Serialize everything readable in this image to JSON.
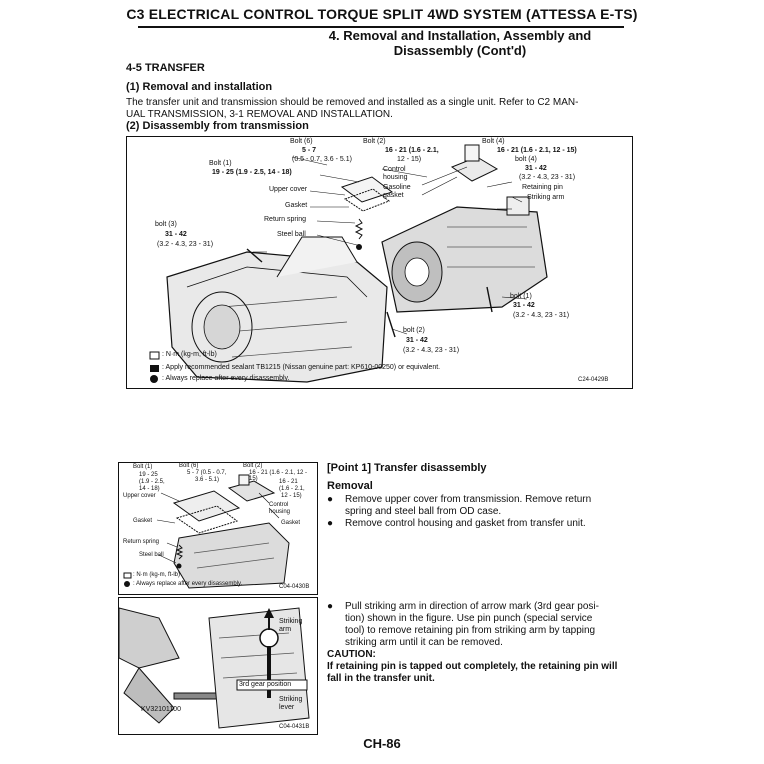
{
  "header": {
    "title": "C3 ELECTRICAL CONTROL TORQUE SPLIT 4WD SYSTEM (ATTESSA E-TS)",
    "subtitle_line1": "4. Removal and Installation, Assembly and",
    "subtitle_line2": "Disassembly (Cont'd)"
  },
  "section": {
    "heading": "4-5 TRANSFER",
    "sub1_heading": "(1) Removal and installation",
    "sub1_body_line1": "The transfer unit and transmission should be removed and installed as a single unit. Refer to C2 MAN-",
    "sub1_body_line2": "UAL TRANSMISSION, 3-1 REMOVAL AND INSTALLATION.",
    "sub2_heading": "(2) Disassembly from transmission"
  },
  "figure1": {
    "labels": {
      "bolt6": "Bolt (6)",
      "bolt6_torque": "5 - 7",
      "bolt6_torque2": "(0.5 - 0.7, 3.6 - 5.1)",
      "bolt2": "Bolt (2)",
      "bolt2_torque": "16 - 21 (1.6 - 2.1,",
      "bolt2_torque2": "12 - 15)",
      "bolt4": "Bolt (4)",
      "bolt4_torque": "16 - 21 (1.6 - 2.1, 12 - 15)",
      "bolt4_sub": "bolt (4)",
      "bolt4_sub_torque": "31 - 42",
      "bolt4_sub_torque2": "(3.2 - 4.3, 23 - 31)",
      "bolt1": "Bolt (1)",
      "bolt1_torque": "19 - 25 (1.9 - 2.5, 14 - 18)",
      "upper_cover": "Upper cover",
      "gasket": "Gasket",
      "return_spring": "Return spring",
      "steel_ball": "Steel ball",
      "control_housing": "Control\nhousing",
      "gasoline_gasket": "Gasoline\ngasket",
      "retaining_pin": "Retaining pin",
      "striking_arm": "Striking arm",
      "bolt3": "bolt (3)",
      "bolt3_torque": "31 - 42",
      "bolt3_torque2": "(3.2 - 4.3, 23 - 31)",
      "bolt1b": "bolt (1)",
      "bolt1b_torque": "31 - 42",
      "bolt1b_torque2": "(3.2 - 4.3, 23 - 31)",
      "bolt2b": "bolt (2)",
      "bolt2b_torque": "31 - 42",
      "bolt2b_torque2": "(3.2 - 4.3, 23 - 31)"
    },
    "legend": {
      "nm": ": N·m (kg-m, ft-lb)",
      "sealant": ": Apply recommended sealant TB1215 (Nissan genuine part: KP610-00250) or equivalent.",
      "replace": ": Always replace after every disassembly."
    },
    "code": "C24-0429B"
  },
  "figure2": {
    "labels": {
      "bolt1": "Bolt (1)",
      "bolt6": "Bolt (6)",
      "bolt2": "Bolt (2)",
      "t1": "19 - 25",
      "t1b": "(1.9 - 2.5,",
      "t1c": "14 - 18)",
      "t6": "5 - 7 (0.5 - 0.7,",
      "t6b": "3.6 - 5.1)",
      "t2": "16 - 21 (1.6 - 2.1, 12 - 15)",
      "t4": "16 - 21",
      "t4b": "(1.6 - 2.1,",
      "t4c": "12 - 15)",
      "upper_cover": "Upper cover",
      "control_housing": "Control\nhousing",
      "gasket": "Gasket",
      "gasket2": "Gasket",
      "return_spring": "Return spring",
      "steel_ball": "Steel ball",
      "legend_nm": ": N·m (kg-m, ft-lb)",
      "legend_replace": ": Always replace after every disassembly."
    },
    "code": "C04-0430B"
  },
  "figure3": {
    "labels": {
      "striking_arm": "Striking\narm",
      "gear_pos": "3rd gear position",
      "striking_lever": "Striking\nlever",
      "tool": "KV32101100"
    },
    "code": "C04-0431B"
  },
  "point1": {
    "heading": "[Point 1] Transfer disassembly",
    "removal": "Removal",
    "bullet1_line1": "Remove upper cover from transmission. Remove return",
    "bullet1_line2": "spring and steel ball from OD case.",
    "bullet2": "Remove control housing and gasket from transfer unit.",
    "bullet3_line1": "Pull striking arm in direction of arrow mark (3rd gear posi-",
    "bullet3_line2": "tion) shown in the figure. Use pin punch (special service",
    "bullet3_line3": "tool) to remove retaining pin from striking arm by tapping",
    "bullet3_line4": "striking arm until it can be removed.",
    "caution": "CAUTION:",
    "caution_line1": "If retaining pin is tapped out completely, the retaining pin will",
    "caution_line2": "fall in the transfer unit."
  },
  "bullet_symbol": "●",
  "footer": {
    "page": "CH-86"
  }
}
